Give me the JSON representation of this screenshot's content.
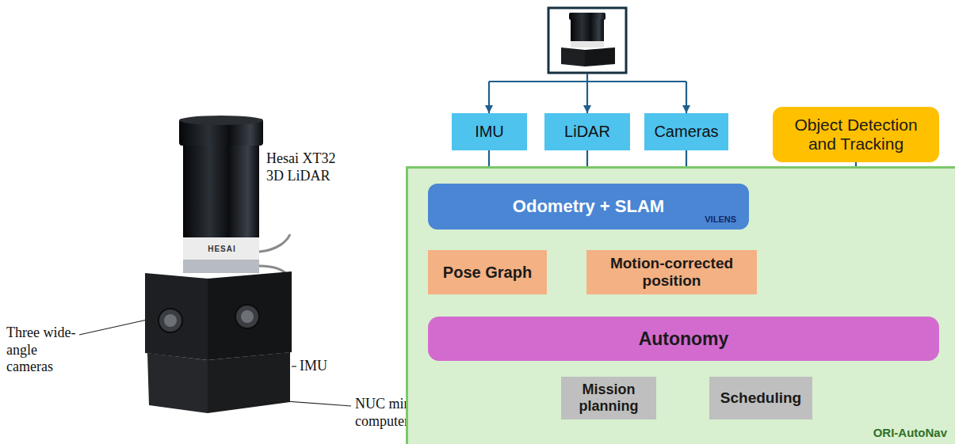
{
  "diagram": {
    "nodes": [
      {
        "text": [
          "IMU"
        ]
      },
      {
        "text": [
          "LiDAR"
        ]
      },
      {
        "text": [
          "Cameras"
        ]
      },
      {
        "text": [
          "Object Detection and Tracking"
        ]
      },
      {
        "text": [
          "ORI-AutoNav"
        ]
      },
      {
        "text": [
          "Odometry + SLAM",
          "VILENS"
        ],
        "in": 4
      },
      {
        "text": [
          "Pose Graph"
        ],
        "in": 4
      },
      {
        "text": [
          "Motion-corrected position"
        ],
        "in": 4
      },
      {
        "text": [
          "Autonomy"
        ],
        "in": 4
      },
      {
        "text": [
          "Mission planning"
        ],
        "in": 4
      },
      {
        "text": [
          "Scheduling"
        ],
        "in": 4
      }
    ],
    "edges": [
      {
        "from": 0,
        "to": 5,
        "arrow": "to"
      },
      {
        "from": 1,
        "to": 5,
        "arrow": "to"
      },
      {
        "from": 2,
        "to": 5,
        "arrow": "to"
      },
      {
        "from": 5,
        "to": 6,
        "arrow": "to"
      },
      {
        "from": 5,
        "to": 7,
        "arrow": "to"
      },
      {
        "from": 6,
        "to": 8,
        "arrow": "to"
      },
      {
        "from": 7,
        "to": 8,
        "arrow": "to"
      },
      {
        "from": 3,
        "to": 8,
        "arrow": "to"
      },
      {
        "from": 8,
        "to": 9,
        "arrow": "to"
      },
      {
        "from": 8,
        "to": 10,
        "arrow": "to"
      }
    ],
    "labels": [
      "Hesai XT32 3D LiDAR",
      "HESAI",
      "Three wide-angle cameras",
      "IMU",
      "NUC mini computer"
    ]
  }
}
